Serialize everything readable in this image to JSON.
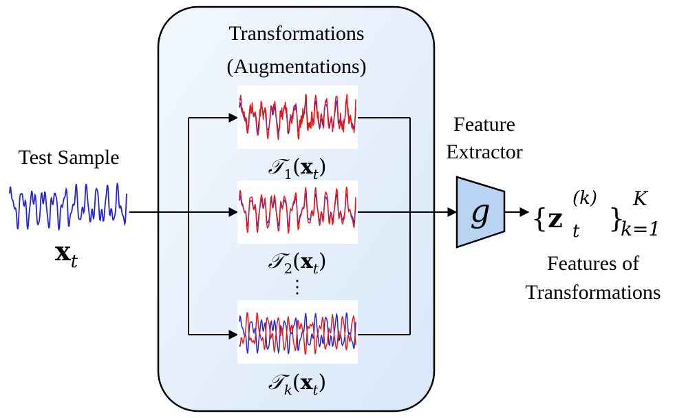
{
  "diagram": {
    "panel_title_line1": "Transformations",
    "panel_title_line2": "(Augmentations)",
    "input_title": "Test Sample",
    "input_symbol": {
      "base": "x",
      "subscript": "t"
    },
    "transforms": [
      {
        "script_letter": "𝒯",
        "index": "1",
        "arg_base": "x",
        "arg_sub": "t"
      },
      {
        "script_letter": "𝒯",
        "index": "2",
        "arg_base": "x",
        "arg_sub": "t"
      },
      {
        "script_letter": "𝒯",
        "index": "k",
        "arg_base": "x",
        "arg_sub": "t"
      }
    ],
    "ellipsis": "⋮",
    "extractor_line1": "Feature",
    "extractor_line2": "Extractor",
    "extractor_symbol": "g",
    "output": {
      "open_brace": "{",
      "base": "z",
      "superscript": "(k)",
      "subscript": "t",
      "close_brace": "}",
      "upper": "K",
      "lower": "k=1"
    },
    "output_caption_line1": "Features of",
    "output_caption_line2": "Transformations"
  },
  "colors": {
    "panel_fill": "#e3eefb",
    "panel_stroke": "#000000",
    "extractor_fill": "#b9d3f2",
    "signal_original": "#2323d8",
    "signal_augmented": "#e81818",
    "arrow": "#000000"
  }
}
